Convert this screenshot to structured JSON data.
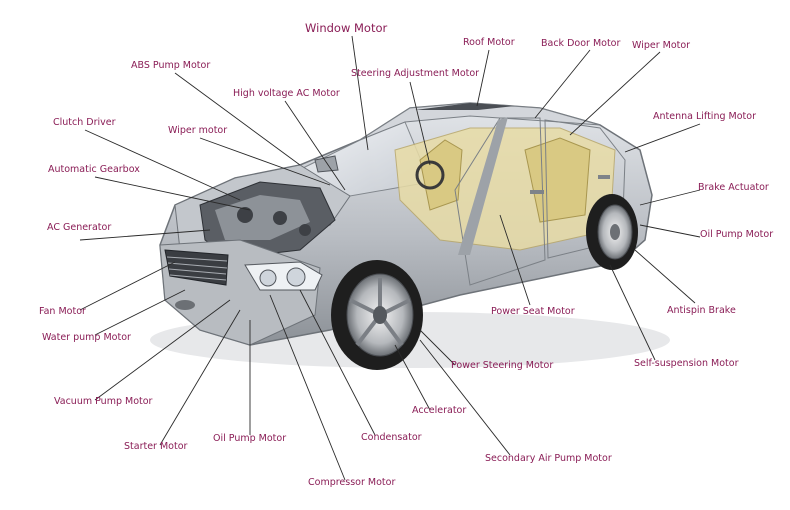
{
  "colors": {
    "label": "#8a1d56",
    "leader": "#2a2a2a",
    "car_body": "#c9ccd1",
    "car_shadow": "#7e8389",
    "interior": "#e8dca6",
    "glass": "#dfe4ea",
    "tire": "#1e1e1e"
  },
  "labels": [
    {
      "id": "window-motor",
      "text": "Window Motor",
      "size": "big"
    },
    {
      "id": "roof-motor",
      "text": "Roof Motor"
    },
    {
      "id": "back-door-motor",
      "text": "Back Door Motor"
    },
    {
      "id": "wiper-motor-rear",
      "text": "Wiper Motor"
    },
    {
      "id": "abs-pump-motor",
      "text": "ABS Pump Motor"
    },
    {
      "id": "steering-adjustment-motor",
      "text": "Steering Adjustment Motor"
    },
    {
      "id": "high-voltage-ac-motor",
      "text": "High voltage AC Motor"
    },
    {
      "id": "antenna-lifting-motor",
      "text": "Antenna Lifting Motor"
    },
    {
      "id": "clutch-driver",
      "text": "Clutch Driver"
    },
    {
      "id": "wiper-motor-front",
      "text": "Wiper motor"
    },
    {
      "id": "automatic-gearbox",
      "text": "Automatic Gearbox"
    },
    {
      "id": "brake-actuator",
      "text": "Brake Actuator"
    },
    {
      "id": "ac-generator",
      "text": "AC Generator"
    },
    {
      "id": "oil-pump-motor-rear",
      "text": "Oil Pump Motor"
    },
    {
      "id": "fan-motor",
      "text": "Fan Motor"
    },
    {
      "id": "power-seat-motor",
      "text": "Power Seat Motor"
    },
    {
      "id": "antispin-brake",
      "text": "Antispin Brake"
    },
    {
      "id": "water-pump-motor",
      "text": "Water pump Motor"
    },
    {
      "id": "power-steering-motor",
      "text": "Power Steering Motor"
    },
    {
      "id": "self-suspension-motor",
      "text": "Self-suspension Motor"
    },
    {
      "id": "vacuum-pump-motor",
      "text": "Vacuum Pump Motor"
    },
    {
      "id": "accelerator",
      "text": "Accelerator"
    },
    {
      "id": "oil-pump-motor-front",
      "text": "Oil Pump Motor"
    },
    {
      "id": "starter-motor",
      "text": "Starter Motor"
    },
    {
      "id": "condensator",
      "text": "Condensator"
    },
    {
      "id": "secondary-air-pump-motor",
      "text": "Secondary Air Pump Motor"
    },
    {
      "id": "compressor-motor",
      "text": "Compressor Motor"
    }
  ]
}
